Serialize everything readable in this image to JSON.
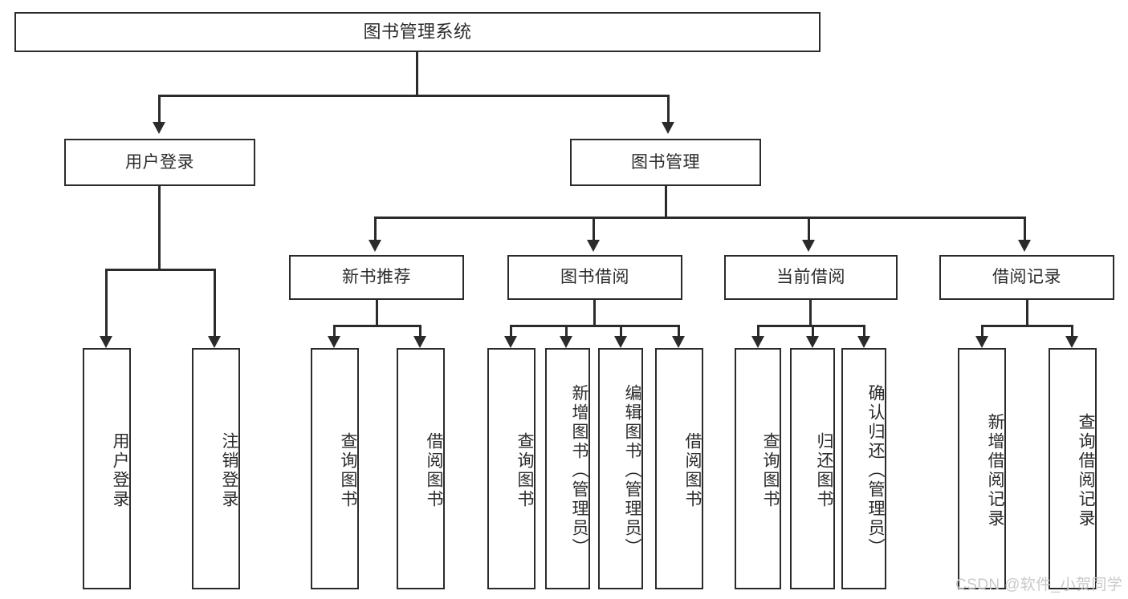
{
  "diagram": {
    "type": "tree-hierarchy-chart",
    "title": "图书管理系统",
    "root": {
      "id": "root",
      "label": "图书管理系统"
    },
    "level2": [
      {
        "id": "user-login",
        "label": "用户登录"
      },
      {
        "id": "book-management",
        "label": "图书管理"
      }
    ],
    "level3": [
      {
        "id": "new-book-recommend",
        "label": "新书推荐"
      },
      {
        "id": "book-borrow",
        "label": "图书借阅"
      },
      {
        "id": "current-borrow",
        "label": "当前借阅"
      },
      {
        "id": "borrow-record",
        "label": "借阅记录"
      }
    ],
    "leaves": {
      "user_login": [
        {
          "id": "leaf-user-login",
          "label": "用户登录"
        },
        {
          "id": "leaf-logout-login",
          "label": "注销登录"
        }
      ],
      "new_book_recommend": [
        {
          "id": "leaf-query-book-1",
          "label": "查询图书"
        },
        {
          "id": "leaf-borrow-book-1",
          "label": "借阅图书"
        }
      ],
      "book_borrow": [
        {
          "id": "leaf-query-book-2",
          "label": "查询图书"
        },
        {
          "id": "leaf-add-book",
          "label": "新增图书（管理员）"
        },
        {
          "id": "leaf-edit-book",
          "label": "编辑图书（管理员）"
        },
        {
          "id": "leaf-borrow-book-2",
          "label": "借阅图书"
        }
      ],
      "current_borrow": [
        {
          "id": "leaf-query-book-3",
          "label": "查询图书"
        },
        {
          "id": "leaf-return-book",
          "label": "归还图书"
        },
        {
          "id": "leaf-confirm-return",
          "label": "确认归还（管理员）"
        }
      ],
      "borrow_record": [
        {
          "id": "leaf-add-record",
          "label": "新增借阅记录"
        },
        {
          "id": "leaf-query-record",
          "label": "查询借阅记录"
        }
      ]
    }
  },
  "watermark": {
    "text": "CSDN @软件_小贺同学"
  },
  "colors": {
    "stroke": "#2b2b2b",
    "background": "#ffffff",
    "text": "#2b2b2b",
    "watermark": "#c9c9c9"
  }
}
